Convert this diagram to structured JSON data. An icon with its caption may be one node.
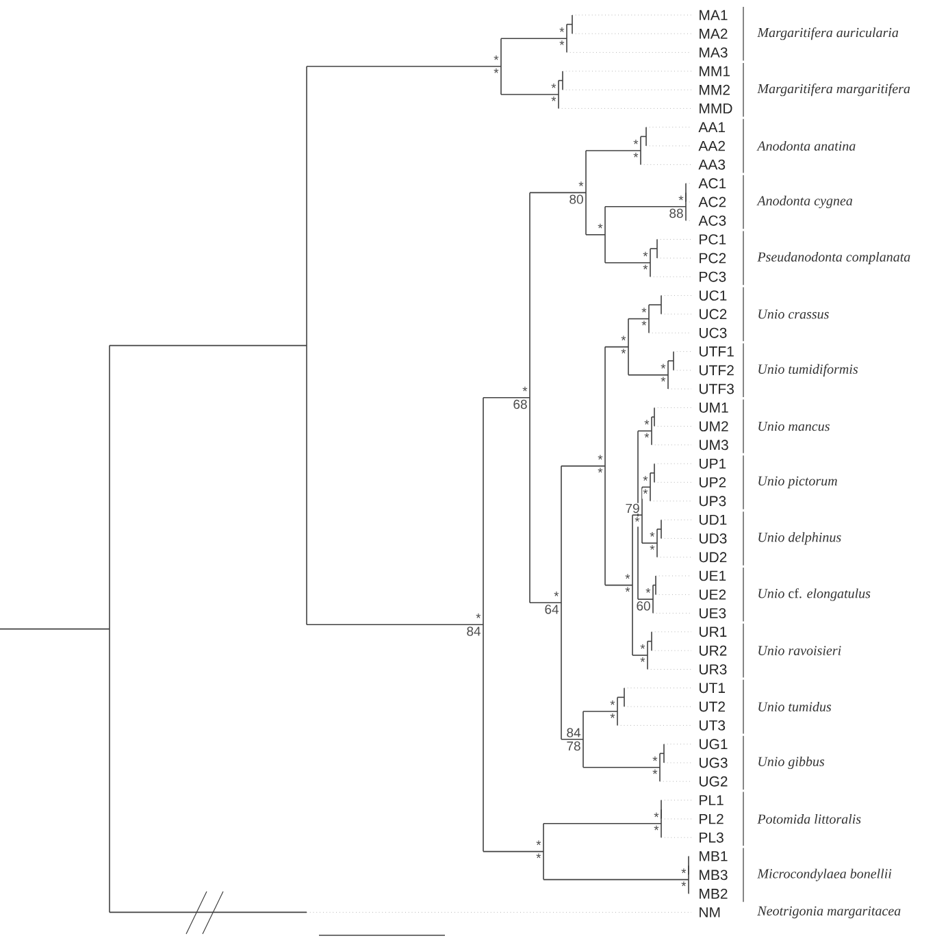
{
  "diagram": {
    "labels": [
      "MA1",
      "MA2",
      "MA3",
      "MM1",
      "MM2",
      "MMD",
      "AA1",
      "AA2",
      "AA3",
      "AC1",
      "AC2",
      "AC3",
      "PC1",
      "PC2",
      "PC3",
      "UC1",
      "UC2",
      "UC3",
      "UTF1",
      "UTF2",
      "UTF3",
      "UM1",
      "UM2",
      "UM3",
      "UP1",
      "UP2",
      "UP3",
      "UD1",
      "UD3",
      "UD2",
      "UE1",
      "UE2",
      "UE3",
      "UR1",
      "UR2",
      "UR3",
      "UT1",
      "UT2",
      "UT3",
      "UG1",
      "UG3",
      "UG2",
      "PL1",
      "PL2",
      "PL3",
      "MB1",
      "MB3",
      "MB2",
      "NM",
      "Margaritifera auricularia",
      "Margaritifera margaritifera",
      "Anodonta anatina",
      "Anodonta cygnea",
      "Pseudanodonta complanata",
      "Unio crassus",
      "Unio tumidiformis",
      "Unio mancus",
      "Unio pictorum",
      "Unio delphinus",
      "*Unio* cf. *elongatulus*",
      "Unio ravoisieri",
      "Unio tumidus",
      "Unio gibbus",
      "Potomida littoralis",
      "Microcondylaea bonellii",
      "Neotrigonia margaritacea",
      "*",
      "*",
      "*",
      "*",
      "*",
      "*",
      "*",
      "84",
      "*",
      "68",
      "*",
      "80",
      "*",
      "*",
      "*",
      "*",
      "88",
      "*",
      "*",
      "*",
      "64",
      "*",
      "*",
      "*",
      "*",
      "*",
      "*",
      "*",
      "*",
      "*",
      "*",
      "*",
      "*",
      "79",
      "*",
      "*",
      "*",
      "*",
      "*",
      "*",
      "60",
      "*",
      "*",
      "84",
      "78",
      "*",
      "*",
      "*",
      "*",
      "*",
      "*",
      "*",
      "*",
      "*",
      "*"
    ]
  }
}
